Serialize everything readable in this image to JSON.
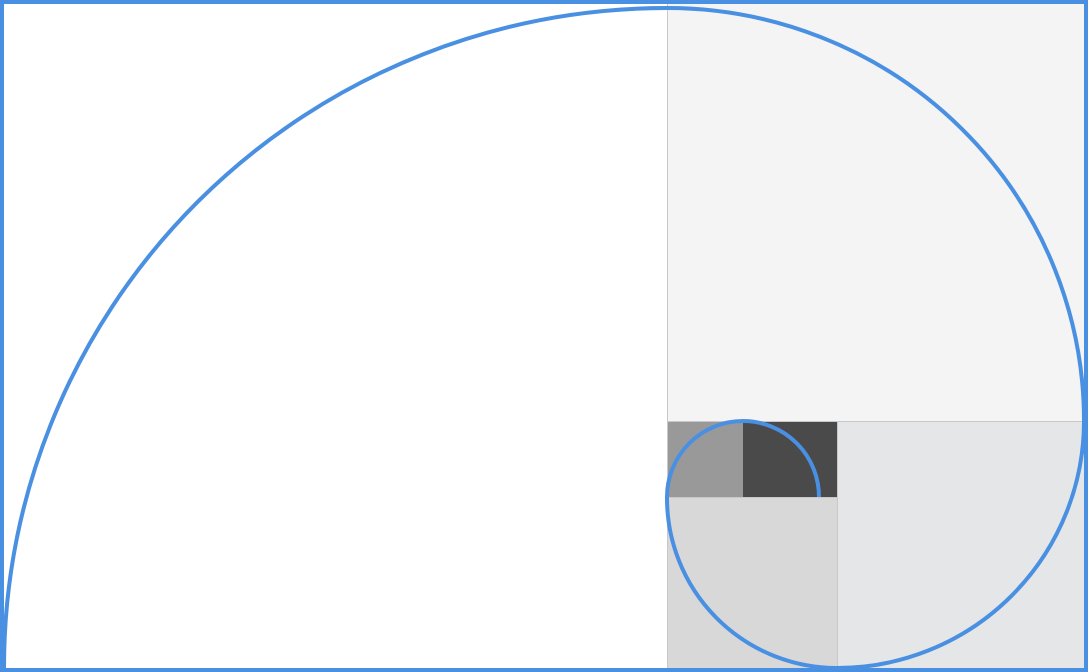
{
  "diagram": {
    "kind": "golden-ratio-spiral",
    "colors": {
      "frame": "#4a90e2",
      "spiral": "#4a90e2",
      "background": "#ffffff",
      "divider": "#c8c8c8"
    },
    "squares": [
      {
        "name": "square-large",
        "fill": "#ffffff"
      },
      {
        "name": "square-top-right",
        "fill": "#f4f4f5"
      },
      {
        "name": "square-bottom-right",
        "fill": "#e5e6e8"
      },
      {
        "name": "square-bottom-middle",
        "fill": "#d8d8d8"
      },
      {
        "name": "square-small-gray",
        "fill": "#999999"
      },
      {
        "name": "square-small-dark",
        "fill": "#4a4a4a"
      }
    ]
  }
}
